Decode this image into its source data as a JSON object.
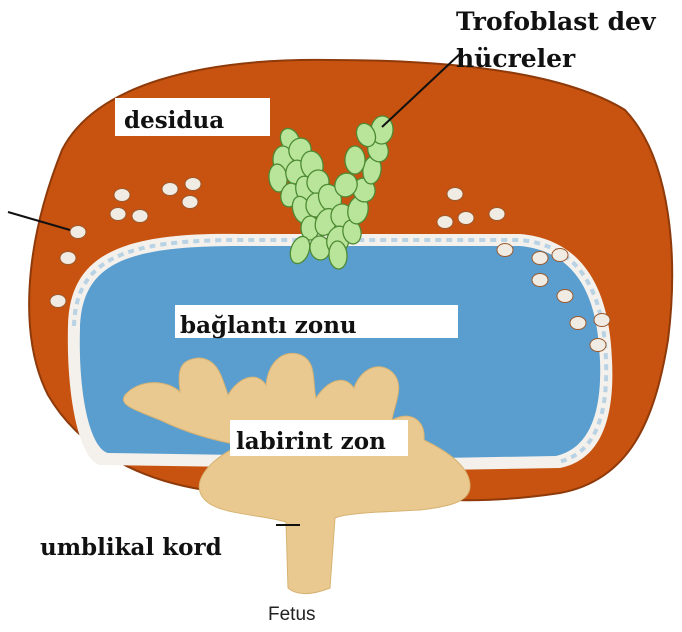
{
  "colors": {
    "decidua": "#C8520F",
    "decidua_edge": "#8E3A0A",
    "junctional": "#5A9ECF",
    "labyrinth": "#E9C98F",
    "giant_cells": "#B9E59A",
    "giant_cells_edge": "#4E8A34",
    "cell_dots": "#F1ECE3",
    "label_box": "#FFFFFF"
  },
  "labels": {
    "giant_cells_line1": "Trofoblast dev",
    "giant_cells_line2": "hücreler",
    "decidua": "desidua",
    "junctional_zone": "bağlantı zonu",
    "labyrinth": "labirint zon",
    "umbilical_cord": "umblikal kord",
    "fetus": "Fetus"
  }
}
